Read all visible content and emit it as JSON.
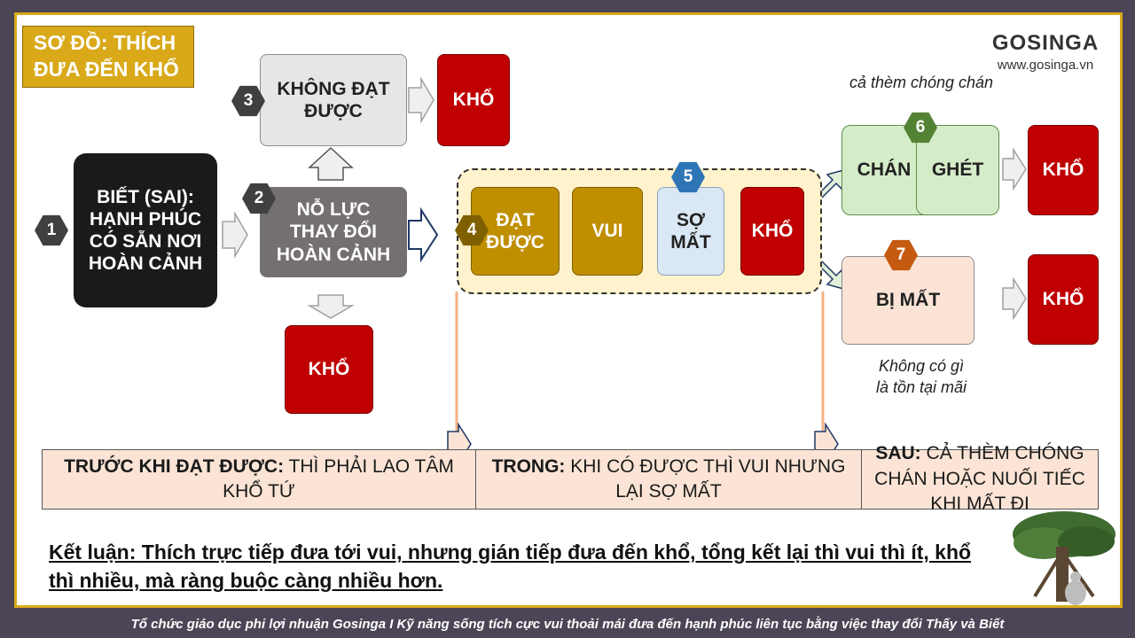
{
  "title": "SƠ ĐỒ: THÍCH\nĐƯA ĐẾN KHỔ",
  "logo": {
    "brand": "GOSINGA",
    "url": "www.gosinga.vn"
  },
  "nodes": {
    "biet_sai": "BIẾT (SAI):\nHẠNH PHÚC\nCÓ SẴN NƠI\nHOÀN CẢNH",
    "no_luc": "NỖ LỰC\nTHAY ĐỔI\nHOÀN CẢNH",
    "khong_dat_duoc": "KHÔNG ĐẠT\nĐƯỢC",
    "dat_duoc": "ĐẠT\nĐƯỢC",
    "vui": "VUI",
    "so_mat": "SỢ\nMẤT",
    "chan": "CHÁN",
    "ghet": "GHÉT",
    "bi_mat": "BỊ MẤT",
    "kho": "KHỔ"
  },
  "badges": [
    "1",
    "2",
    "3",
    "4",
    "5",
    "6",
    "7"
  ],
  "notes": {
    "ca_them": "cả thèm chóng chán",
    "khong_co_gi": "Không có gì\nlà tồn tại mãi"
  },
  "phases": [
    {
      "head": "TRƯỚC KHI ĐẠT ĐƯỢC:",
      "body": " THÌ PHẢI LAO TÂM KHỔ TỨ"
    },
    {
      "head": "TRONG:",
      "body": " KHI CÓ ĐƯỢC THÌ VUI NHƯNG LẠI SỢ MẤT"
    },
    {
      "head": "SAU:",
      "body": " CẢ THÈM CHÓNG CHÁN HOẶC NUỐI TIẾC KHI MẤT ĐI"
    }
  ],
  "conclusion": "Kết luận: Thích trực tiếp đưa tới vui, nhưng gián tiếp đưa đến khổ, tổng kết lại thì vui thì ít, khổ thì nhiều, mà ràng buộc càng nhiều hơn.",
  "footer": "Tổ chức giáo dục phi lợi nhuận Gosinga I Kỹ năng sống tích cực vui thoải mái đưa đến hạnh phúc liên tục bằng việc thay đổi Thấy và Biết",
  "colors": {
    "frame": "#4b4556",
    "gold": "#d9a91a",
    "red": "#c00000",
    "darkgold": "#bf8f00",
    "green": "#d5ecc9",
    "peach": "#fbe4d5",
    "lightblue": "#dae8f5"
  }
}
